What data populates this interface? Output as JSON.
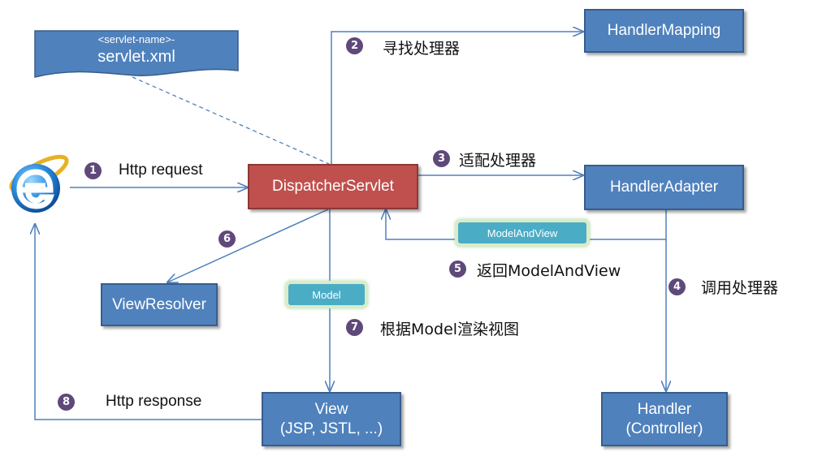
{
  "config_doc": {
    "tag_line": "<servlet-name>-",
    "file_name": "servlet.xml"
  },
  "boxes": {
    "dispatcher": "DispatcherServlet",
    "handler_mapping": "HandlerMapping",
    "handler_adapter": "HandlerAdapter",
    "view_resolver": "ViewResolver",
    "view_line1": "View",
    "view_line2": "(JSP, JSTL, ...)",
    "handler_line1": "Handler",
    "handler_line2": "(Controller)"
  },
  "tags": {
    "model_and_view": "ModelAndView",
    "model": "Model"
  },
  "steps": [
    {
      "num": "1",
      "label": "Http request"
    },
    {
      "num": "2",
      "label": "寻找处理器"
    },
    {
      "num": "3",
      "label": "适配处理器"
    },
    {
      "num": "4",
      "label": "调用处理器"
    },
    {
      "num": "5",
      "label": "返回ModelAndView"
    },
    {
      "num": "6",
      "label": ""
    },
    {
      "num": "7",
      "label": "根据Model渲染视图"
    },
    {
      "num": "8",
      "label": "Http response"
    }
  ],
  "icons": {
    "browser": "internet-explorer-icon",
    "config": "document-icon"
  },
  "colors": {
    "box_blue": "#4f81bd",
    "box_red": "#c0504d",
    "tag_teal": "#4bacc6",
    "step_purple": "#5f497a",
    "arrow": "#4f81bd"
  }
}
